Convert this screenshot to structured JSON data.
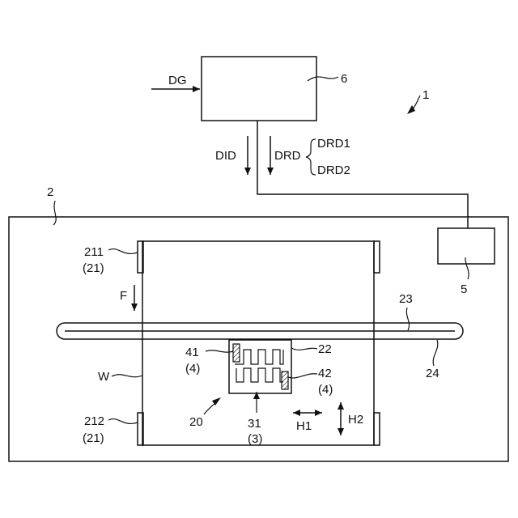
{
  "labels": {
    "system": "1",
    "device": "2",
    "controller": "6",
    "unit5": "5",
    "input_signal": "DG",
    "signal_did": "DID",
    "signal_drd": "DRD",
    "drd1": "DRD1",
    "drd2": "DRD2",
    "clamp_211": "211",
    "clamp_211_group": "(21)",
    "clamp_212": "212",
    "clamp_212_group": "(21)",
    "direction_f": "F",
    "belt_23": "23",
    "belt_24": "24",
    "part_41": "41",
    "part_41_group": "(4)",
    "part_42": "42",
    "part_42_group": "(4)",
    "part_22": "22",
    "workpiece": "W",
    "part_20": "20",
    "part_31": "31",
    "part_31_group": "(3)",
    "direction_h1": "H1",
    "direction_h2": "H2"
  }
}
